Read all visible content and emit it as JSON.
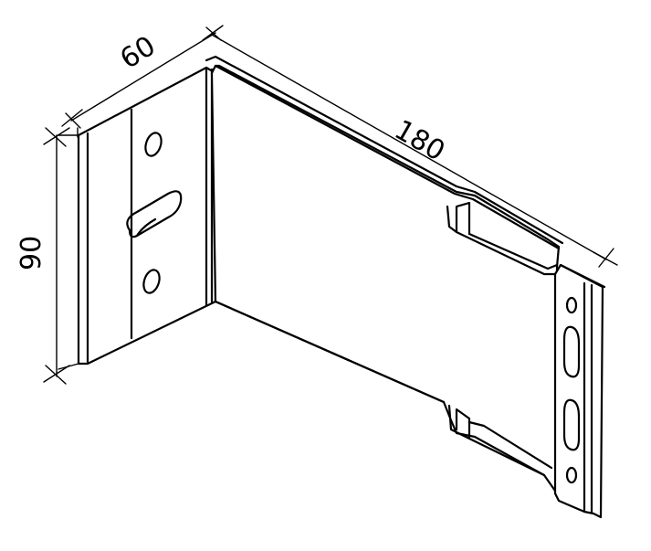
{
  "dimensions": {
    "depth": "60",
    "length": "180",
    "height": "90"
  }
}
